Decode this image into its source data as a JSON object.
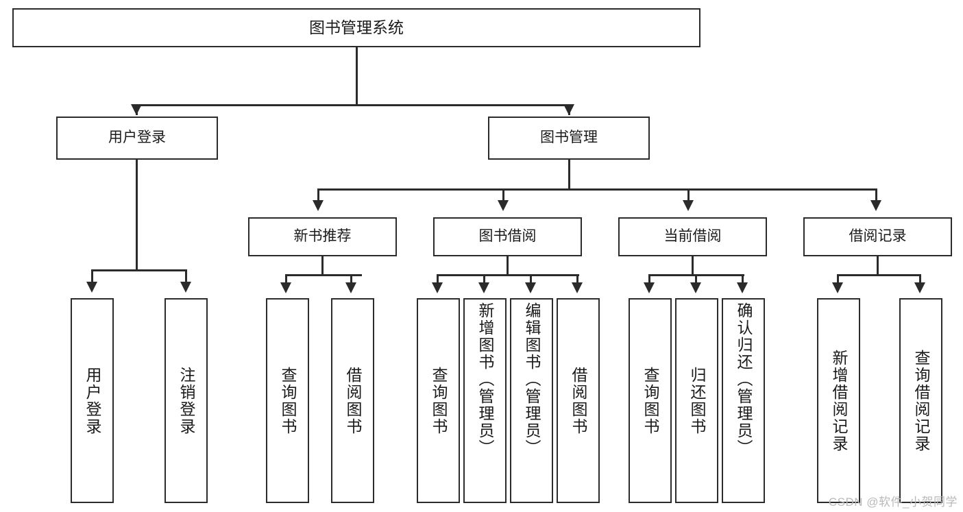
{
  "diagram": {
    "type": "tree-hierarchy-flowchart",
    "title": "图书管理系统",
    "root": {
      "id": "root",
      "label": "图书管理系统"
    },
    "level2": [
      {
        "id": "login",
        "label": "用户登录"
      },
      {
        "id": "bookmgmt",
        "label": "图书管理"
      }
    ],
    "level3": [
      {
        "id": "newbook",
        "label": "新书推荐",
        "parent": "bookmgmt"
      },
      {
        "id": "borrow",
        "label": "图书借阅",
        "parent": "bookmgmt"
      },
      {
        "id": "current",
        "label": "当前借阅",
        "parent": "bookmgmt"
      },
      {
        "id": "record",
        "label": "借阅记录",
        "parent": "bookmgmt"
      }
    ],
    "leaves": [
      {
        "id": "leaf-user-login",
        "label": "用户登录",
        "parent": "login"
      },
      {
        "id": "leaf-user-logout",
        "label": "注销登录",
        "parent": "login"
      },
      {
        "id": "leaf-query-book-1",
        "label": "查询图书",
        "parent": "newbook"
      },
      {
        "id": "leaf-borrow-book-1",
        "label": "借阅图书",
        "parent": "newbook"
      },
      {
        "id": "leaf-query-book-2",
        "label": "查询图书",
        "parent": "borrow"
      },
      {
        "id": "leaf-add-book",
        "label": "新增图书（管理员）",
        "parent": "borrow"
      },
      {
        "id": "leaf-edit-book",
        "label": "编辑图书（管理员）",
        "parent": "borrow"
      },
      {
        "id": "leaf-borrow-book-2",
        "label": "借阅图书",
        "parent": "borrow"
      },
      {
        "id": "leaf-query-book-3",
        "label": "查询图书",
        "parent": "current"
      },
      {
        "id": "leaf-return-book",
        "label": "归还图书",
        "parent": "current"
      },
      {
        "id": "leaf-confirm-return",
        "label": "确认归还（管理员）",
        "parent": "current"
      },
      {
        "id": "leaf-add-record",
        "label": "新增借阅记录",
        "parent": "record"
      },
      {
        "id": "leaf-query-record",
        "label": "查询借阅记录",
        "parent": "record"
      }
    ],
    "colors": {
      "stroke": "#2b2b2b",
      "fill": "#ffffff",
      "text": "#1a1a1a",
      "watermark": "#b9b9b9"
    }
  },
  "watermark": {
    "text": "CSDN @软件_小贺同学"
  }
}
